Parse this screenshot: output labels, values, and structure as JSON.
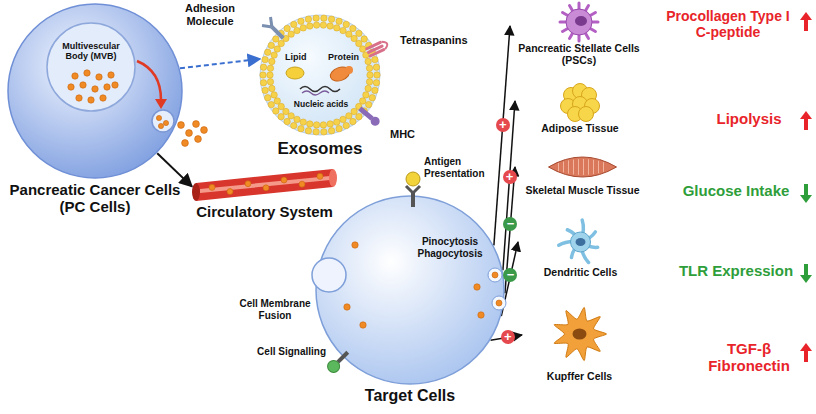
{
  "diagram": {
    "nodes": [
      {
        "text": [
          "Pancreatic Cancer Cells (PC Cells)"
        ]
      },
      {
        "text": [
          "Multivescular Body (MVB)"
        ],
        "in": 0
      },
      {
        "text": [
          "Exosomes"
        ]
      },
      {
        "text": [
          "Circulatory System"
        ]
      },
      {
        "text": [
          "Target Cells"
        ]
      },
      {
        "text": [
          "Pancreatic Stellate Cells (PSCs)"
        ]
      },
      {
        "text": [
          "Adipose Tissue"
        ]
      },
      {
        "text": [
          "Skeletal Muscle Tissue"
        ]
      },
      {
        "text": [
          "Dendritic Cells"
        ]
      },
      {
        "text": [
          "Kupffer Cells"
        ]
      }
    ],
    "edges": [
      {
        "from": 0,
        "to": 2,
        "arrow": "to"
      },
      {
        "from": 0,
        "to": 3,
        "arrow": "to"
      },
      {
        "from": 4,
        "to": 5,
        "label": "+",
        "arrow": "to"
      },
      {
        "from": 4,
        "to": 6,
        "label": "+",
        "arrow": "to"
      },
      {
        "from": 4,
        "to": 7,
        "label": "−",
        "arrow": "to"
      },
      {
        "from": 4,
        "to": 8,
        "label": "−",
        "arrow": "to"
      },
      {
        "from": 4,
        "to": 9,
        "label": "+",
        "arrow": "to"
      }
    ],
    "labels": [
      "Adhesion Molecule",
      "Tetraspanins",
      "Lipid",
      "Protein",
      "Nucleic acids",
      "MHC",
      "Antigen Presentation",
      "Pinocytosis Phagocytosis",
      "Cell Membrane Fusion",
      "Cell Signalling",
      "Procollagen Type I C-peptide",
      "Lipolysis",
      "Glucose Intake",
      "TLR Expression",
      "TGF-β Fibronectin"
    ]
  }
}
